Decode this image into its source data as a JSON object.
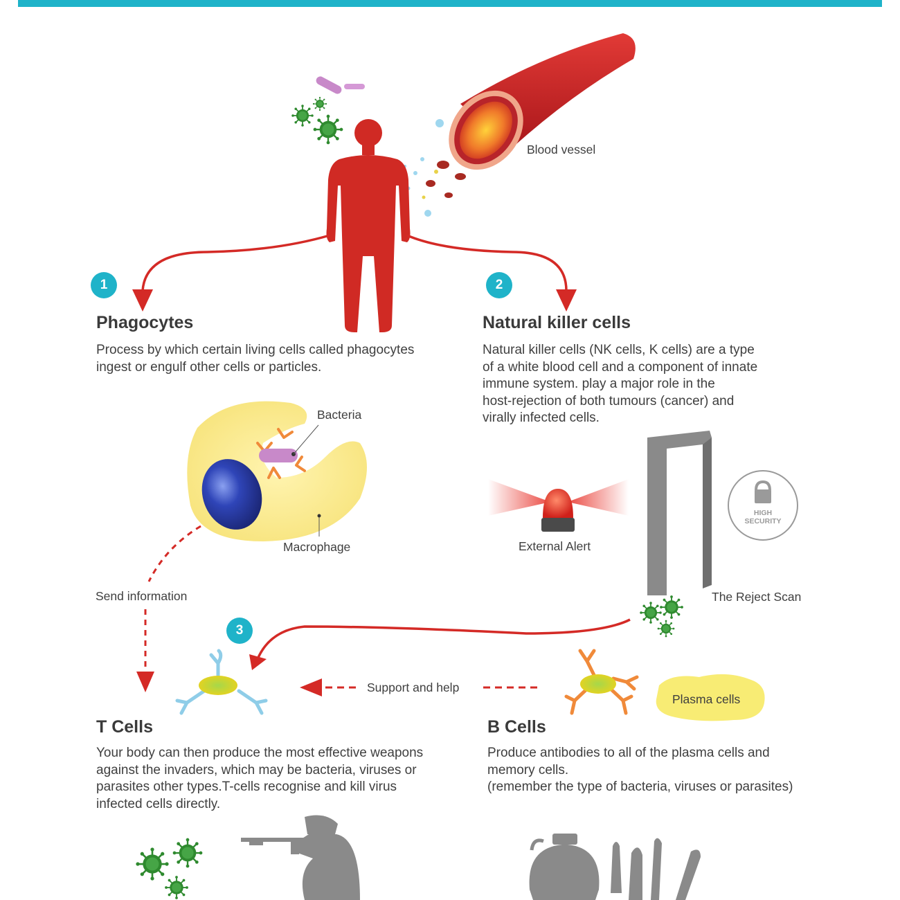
{
  "colors": {
    "accent": "#1fb3c9",
    "arrow": "#d42a26",
    "body": "#d02a24",
    "virus": "#2f8a2f",
    "silhouette": "#8a8a8a"
  },
  "labels": {
    "blood_vessel": "Blood vessel",
    "bacteria": "Bacteria",
    "macrophage": "Macrophage",
    "external_alert": "External Alert",
    "high_security_1": "HIGH",
    "high_security_2": "SECURITY",
    "reject_scan": "The Reject Scan",
    "send_information": "Send information",
    "support_and_help": "Support and help",
    "plasma_cells": "Plasma cells"
  },
  "sections": {
    "phagocytes": {
      "number": "1",
      "title": "Phagocytes",
      "text": "Process by which certain living cells called phagocytes\ningest or engulf other cells or particles."
    },
    "nk_cells": {
      "number": "2",
      "title": "Natural killer cells",
      "text": "Natural killer cells (NK cells, K cells) are a type\nof a white blood cell and a component of innate\nimmune system. play a major role in the\nhost-rejection of both tumours (cancer) and\nvirally infected cells."
    },
    "t_cells": {
      "number": "3",
      "title": "T Cells",
      "text": "Your body can then produce the most effective weapons\nagainst the invaders, which may be bacteria, viruses or\nparasites other types.T-cells recognise and kill virus\ninfected cells directly."
    },
    "b_cells": {
      "title": "B Cells",
      "text": "Produce antibodies to all of the plasma cells and\nmemory cells.\n(remember the type of  bacteria, viruses or parasites)"
    }
  },
  "icons": [
    "human-body-icon",
    "blood-vessel-icon",
    "virus-icon",
    "bacteria-icon",
    "macrophage-icon",
    "alarm-light-icon",
    "security-gate-icon",
    "lock-icon",
    "t-cell-icon",
    "b-cell-icon",
    "soldier-icon",
    "grenade-icon",
    "bullets-icon"
  ]
}
